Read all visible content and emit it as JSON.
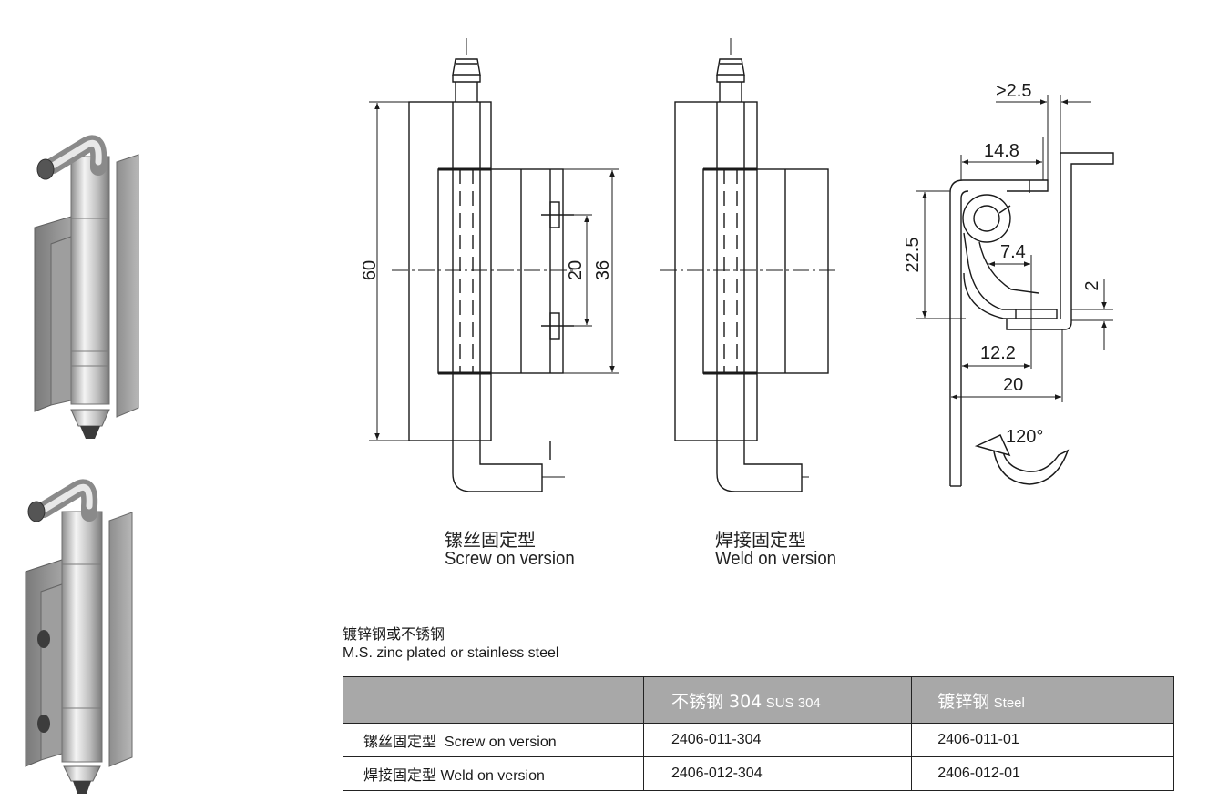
{
  "dimensions": {
    "height_60": "60",
    "spacing_20": "20",
    "leaf_36": "36",
    "gap_2_5": ">2.5",
    "width_14_8": "14.8",
    "height_22_5": "22.5",
    "offset_7_4": "7.4",
    "thickness_2": "2",
    "offset_12_2": "12.2",
    "width_20": "20",
    "angle": "120°"
  },
  "captions": {
    "screw_cn": "镙丝固定型",
    "screw_en": "Screw on version",
    "weld_cn": "焊接固定型",
    "weld_en": "Weld on version"
  },
  "material": {
    "cn": "镀锌钢或不锈钢",
    "en": "M.S. zinc plated or stainless steel"
  },
  "table": {
    "headers": [
      {
        "main": "",
        "sub": ""
      },
      {
        "main": "不锈钢 304",
        "sub": "SUS 304"
      },
      {
        "main": "镀锌钢",
        "sub": "Steel"
      }
    ],
    "rows": [
      {
        "version": "镙丝固定型  Screw on version",
        "sus304": "2406-011-304",
        "steel": "2406-011-01"
      },
      {
        "version": "焊接固定型 Weld on version",
        "sus304": "2406-012-304",
        "steel": "2406-012-01"
      }
    ]
  },
  "colors": {
    "line": "#1a1a1a",
    "header_bg": "#a8a8a8",
    "metal_light": "#e6e6e6",
    "metal_mid": "#a9a9a9",
    "metal_dark": "#6d6d6d"
  }
}
